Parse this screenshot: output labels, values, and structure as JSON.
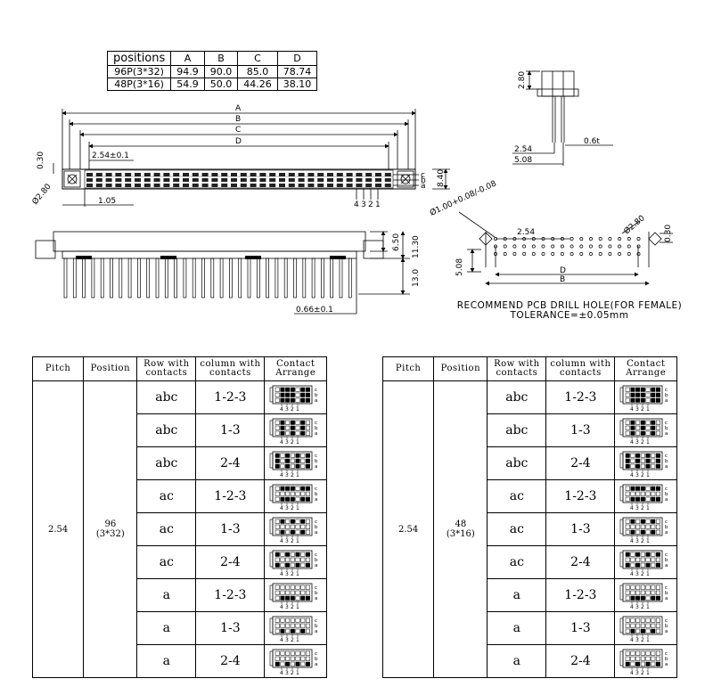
{
  "dim_table": {
    "headers": [
      "positions",
      "A",
      "B",
      "C",
      "D"
    ],
    "rows": [
      [
        "96P(3*32)",
        "94.9",
        "90.0",
        "85.0",
        "78.74"
      ],
      [
        "48P(3*16)",
        "54.9",
        "50.0",
        "44.26",
        "38.10"
      ]
    ]
  },
  "front_view": {
    "labels": {
      "a": "A",
      "b": "B",
      "c": "C",
      "d": "D"
    },
    "pitch": "2.54±0.1",
    "offset": "1.05",
    "height": "0.30",
    "hole": "Ø2.80",
    "total_height": "8.40",
    "rows": [
      "c",
      "b",
      "a"
    ],
    "cols": [
      "4",
      "3",
      "2",
      "1"
    ]
  },
  "side_view": {
    "h1": "2.80",
    "w1": "2.54",
    "w2": "5.08",
    "thick": "0.6t"
  },
  "bottom_view": {
    "h1": "6.50",
    "h2": "11.30",
    "h3": "13.0",
    "pin": "0.66±0.1"
  },
  "pcb_view": {
    "drill": "Ø1.00+0.08/-0.08",
    "mount": "Ø2.80",
    "pitch": "2.54",
    "offset": "0.30",
    "row_gap": "5.08",
    "d": "D",
    "b": "B",
    "recommend": "RECOMMEND PCB DRILL HOLE(FOR FEMALE)",
    "tolerance": "TOLERANCE=±0.05mm"
  },
  "contact_tables": [
    {
      "headers": [
        "Pitch",
        "Position",
        "Row with contacts",
        "column with contacts",
        "Contact Arrange"
      ],
      "pitch": "2.54",
      "position": "96",
      "position_sub": "(3*32)",
      "rows": [
        {
          "row": "abc",
          "col": "1-2-3"
        },
        {
          "row": "abc",
          "col": "1-3"
        },
        {
          "row": "abc",
          "col": "2-4"
        },
        {
          "row": "ac",
          "col": "1-2-3"
        },
        {
          "row": "ac",
          "col": "1-3"
        },
        {
          "row": "ac",
          "col": "2-4"
        },
        {
          "row": "a",
          "col": "1-2-3"
        },
        {
          "row": "a",
          "col": "1-3"
        },
        {
          "row": "a",
          "col": "2-4"
        }
      ]
    },
    {
      "headers": [
        "Pitch",
        "Position",
        "Row with contacts",
        "column with contacts",
        "Contact Arrange"
      ],
      "pitch": "2.54",
      "position": "48",
      "position_sub": "(3*16)",
      "rows": [
        {
          "row": "abc",
          "col": "1-2-3"
        },
        {
          "row": "abc",
          "col": "1-3"
        },
        {
          "row": "abc",
          "col": "2-4"
        },
        {
          "row": "ac",
          "col": "1-2-3"
        },
        {
          "row": "ac",
          "col": "1-3"
        },
        {
          "row": "ac",
          "col": "2-4"
        },
        {
          "row": "a",
          "col": "1-2-3"
        },
        {
          "row": "a",
          "col": "1-3"
        },
        {
          "row": "a",
          "col": "2-4"
        }
      ]
    }
  ],
  "mini_labels": {
    "rows": [
      "c",
      "b",
      "a"
    ],
    "cols": [
      "4",
      "3",
      "2",
      "1"
    ]
  }
}
